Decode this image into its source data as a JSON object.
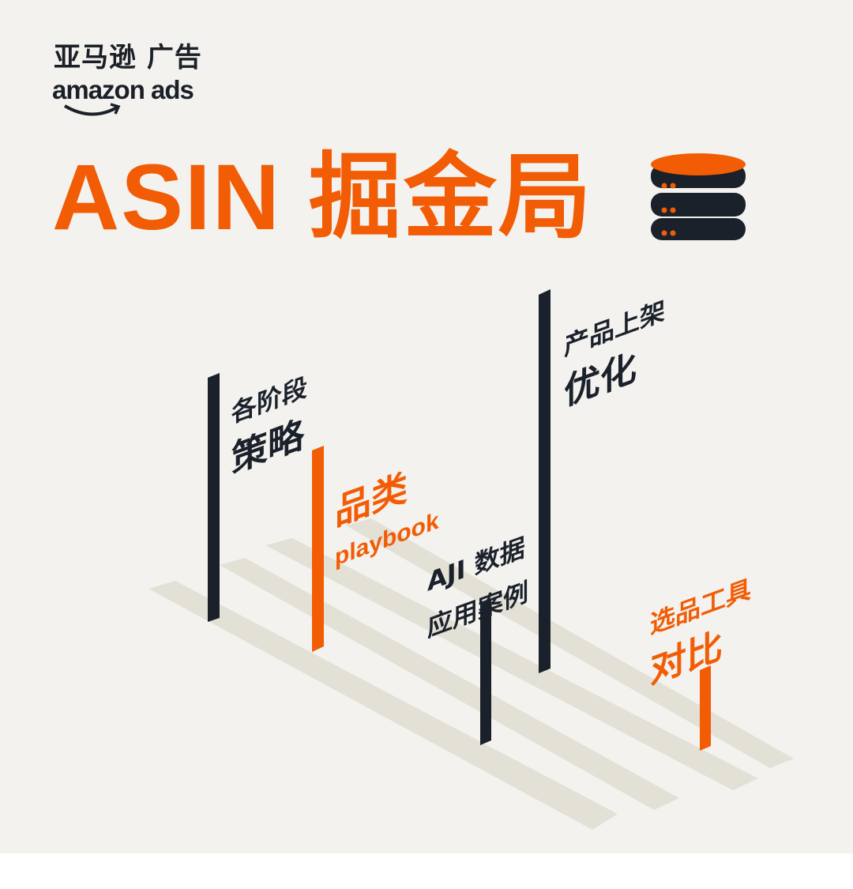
{
  "brand": {
    "cn": "亚马逊 广告",
    "en": "amazon ads"
  },
  "title": "ASIN 掘金局",
  "icon": "database-icon",
  "colors": {
    "orange": "#f25c05",
    "dark": "#1b212b",
    "background": "#f3f2ee",
    "stripe": "#e3e0d5"
  },
  "labels": [
    {
      "line1": "各阶段",
      "line2": "策略"
    },
    {
      "line1": "品类",
      "line2": "playbook"
    },
    {
      "line1": "AJI 数据",
      "line2": "应用案例"
    },
    {
      "line1": "产品上架",
      "line2": "优化"
    },
    {
      "line1": "选品工具",
      "line2": "对比"
    }
  ]
}
